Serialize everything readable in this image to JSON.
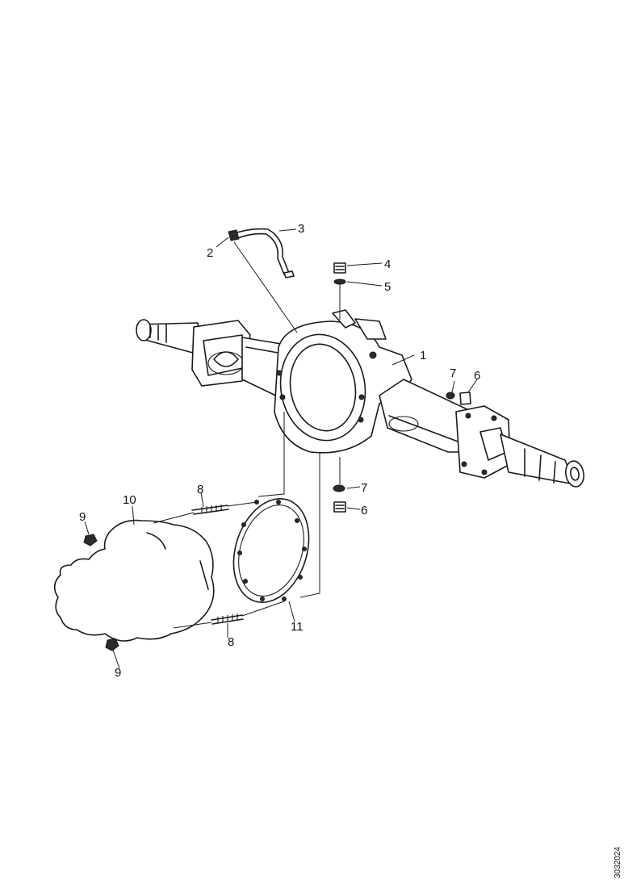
{
  "callouts": [
    "1",
    "2",
    "3",
    "4",
    "5",
    "6",
    "7",
    "8",
    "9",
    "10",
    "11"
  ],
  "drawing_code": "3032024"
}
